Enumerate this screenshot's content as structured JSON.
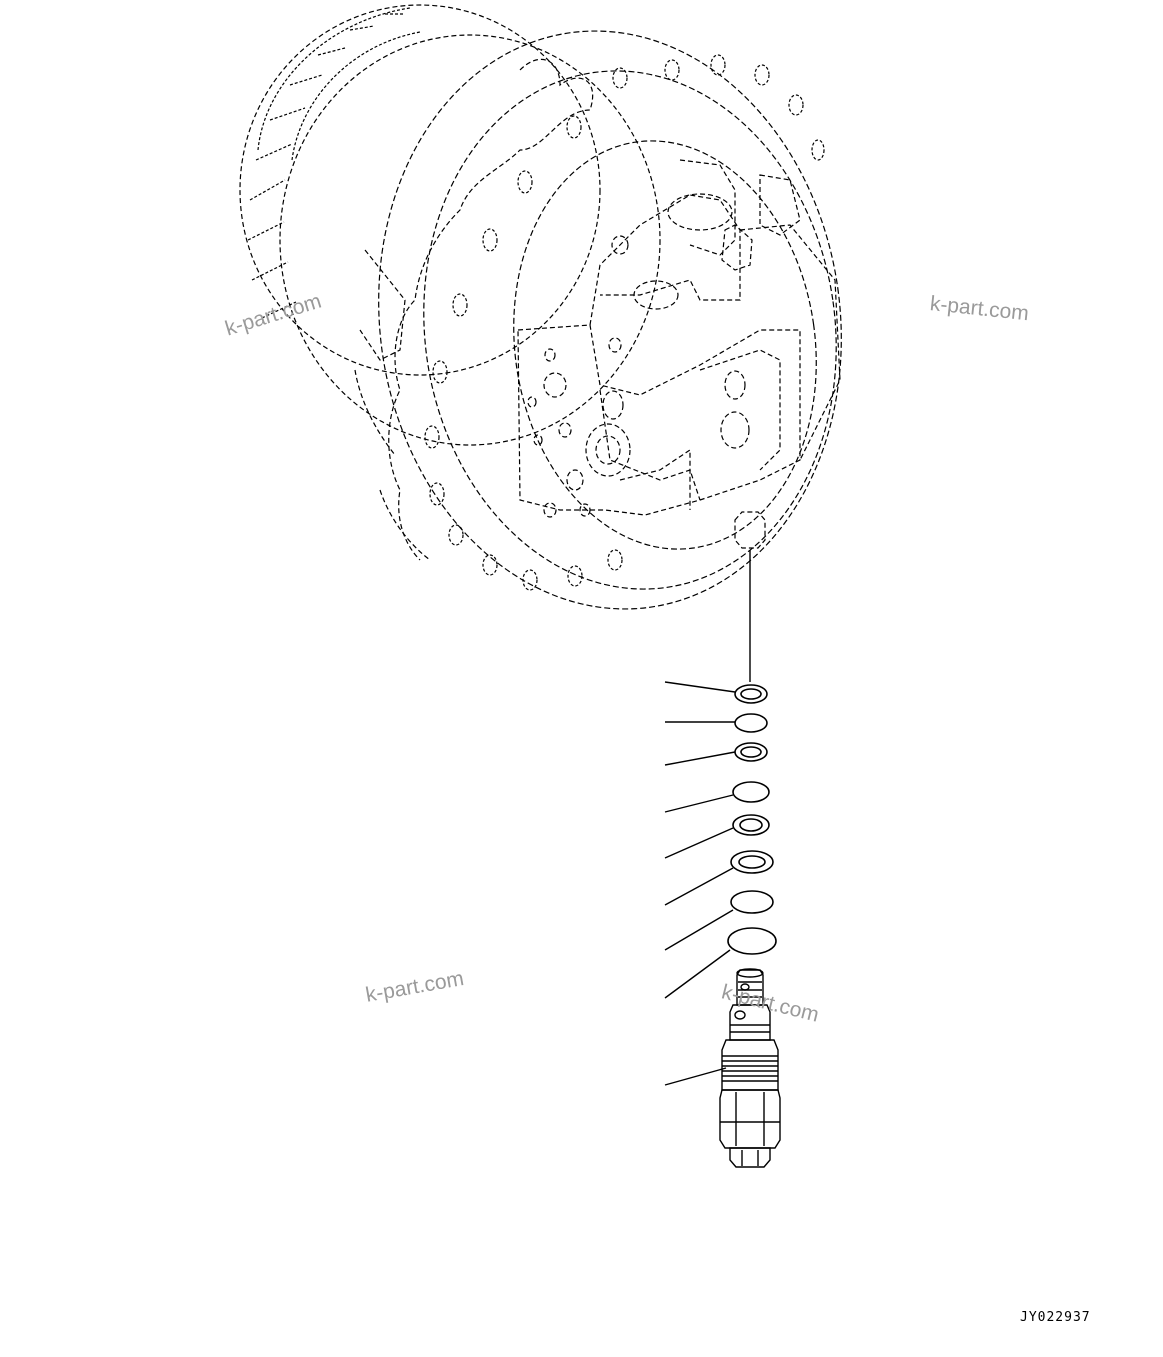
{
  "drawing_code": "JY022937",
  "watermarks": [
    "k-part.com",
    "k-part.com",
    "k-part.com",
    "k-part.com"
  ],
  "colors": {
    "line": "#000000",
    "watermark": "#9a9a9a",
    "background": "#ffffff"
  }
}
